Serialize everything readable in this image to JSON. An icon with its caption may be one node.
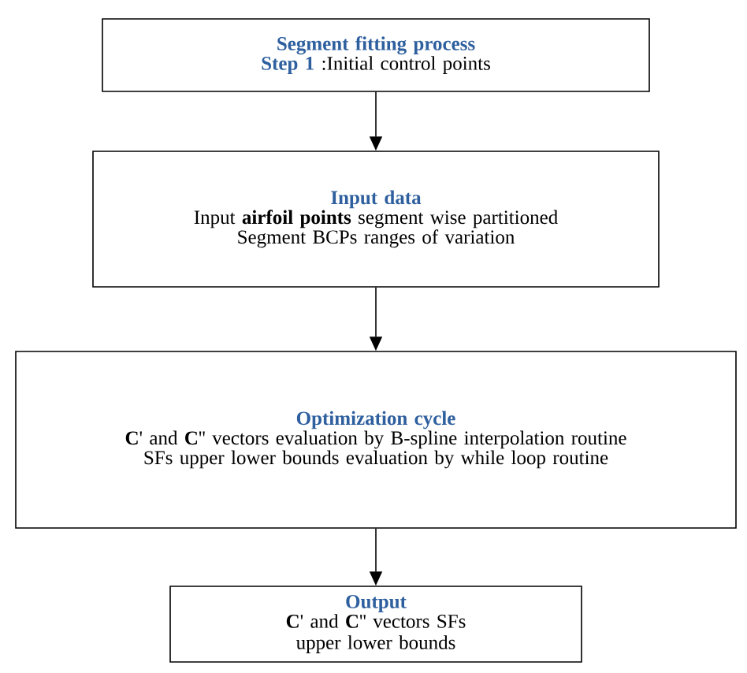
{
  "diagram": {
    "nodes": [
      {
        "text": [
          "Segment fitting process",
          "Step 1",
          ":Initial control points"
        ]
      },
      {
        "text": [
          "Input data",
          "Input **airfoil points** segment wise partitioned",
          "Segment BCPs ranges of variation"
        ]
      },
      {
        "text": [
          "Optimization cycle",
          "**C**' and **C**'' vectors evaluation by B-spline interpolation routine",
          "SFs upper lower bounds evaluation by while loop routine"
        ]
      },
      {
        "text": [
          "Output",
          "**C**' and **C**'' vectors SFs upper lower bounds"
        ]
      }
    ],
    "edges": [
      {
        "from": 0,
        "to": 1,
        "arrow": "to"
      },
      {
        "from": 1,
        "to": 2,
        "arrow": "to"
      },
      {
        "from": 2,
        "to": 3,
        "arrow": "to"
      }
    ]
  }
}
